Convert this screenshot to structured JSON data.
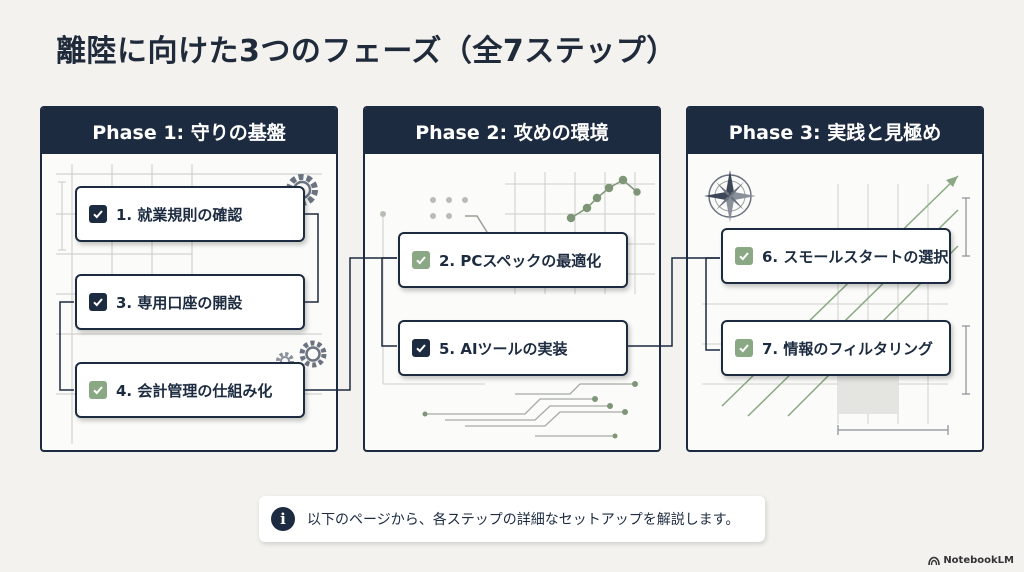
{
  "title": "離陸に向けた3つのフェーズ（全7ステップ）",
  "phases": [
    {
      "header": "Phase 1: 守りの基盤",
      "steps": [
        {
          "label": "1. 就業規則の確認",
          "checkbox": "dark"
        },
        {
          "label": "3. 専用口座の開設",
          "checkbox": "dark"
        },
        {
          "label": "4. 会計管理の仕組み化",
          "checkbox": "green"
        }
      ]
    },
    {
      "header": "Phase 2: 攻めの環境",
      "steps": [
        {
          "label": "2. PCスペックの最適化",
          "checkbox": "green"
        },
        {
          "label": "5. AIツールの実装",
          "checkbox": "dark"
        }
      ]
    },
    {
      "header": "Phase 3: 実践と見極め",
      "steps": [
        {
          "label": "6. スモールスタートの選択",
          "checkbox": "green"
        },
        {
          "label": "7. 情報のフィルタリング",
          "checkbox": "green"
        }
      ]
    }
  ],
  "note": {
    "icon": "info-icon",
    "text": "以下のページから、各ステップの詳細なセットアップを解説します。"
  },
  "brand": {
    "icon": "notebooklm-icon",
    "text": "NotebookLM"
  },
  "colors": {
    "navy": "#1c2b40",
    "green": "#8aa883",
    "background": "#f3f2ee"
  }
}
